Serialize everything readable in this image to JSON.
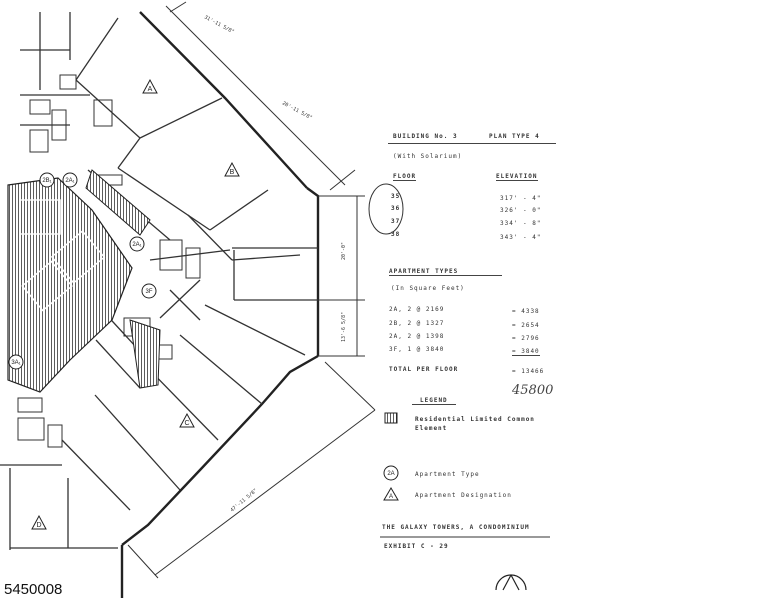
{
  "listing_id": "5450008",
  "title_block": {
    "building": "BUILDING No. 3",
    "plan_type": "PLAN TYPE 4",
    "variant": "(With Solarium)",
    "floor_header": "FLOOR",
    "elevation_header": "ELEVATION",
    "floors": [
      {
        "floor": "35",
        "elevation": "317' - 4\""
      },
      {
        "floor": "36",
        "elevation": "326' - 0\""
      },
      {
        "floor": "37",
        "elevation": "334' - 8\""
      },
      {
        "floor": "38",
        "elevation": "343' - 4\""
      }
    ],
    "apartment_types_header": "APARTMENT TYPES",
    "units_note": "(In Square Feet)",
    "apartment_types": [
      {
        "type": "2A, 2 @ 2169",
        "area": "= 4338"
      },
      {
        "type": "2B, 2 @ 1327",
        "area": "= 2654"
      },
      {
        "type": "2A, 2 @ 1398",
        "area": "= 2796"
      },
      {
        "type": "3F, 1 @ 3840",
        "area": "= 3840"
      }
    ],
    "total_label": "TOTAL PER FLOOR",
    "total_value": "= 13466",
    "handwritten_note": "45800",
    "legend_header": "LEGEND",
    "legend_items": [
      {
        "symbol": "hatch",
        "text": "Residential Limited Common Element"
      },
      {
        "symbol": "2A",
        "text": "Apartment Type"
      },
      {
        "symbol": "A",
        "text": "Apartment Designation"
      }
    ],
    "condominium_name": "THE GALAXY TOWERS, A CONDOMINIUM",
    "exhibit": "EXHIBIT C - 29"
  },
  "plan_labels": {
    "apartments": [
      "A",
      "B",
      "C",
      "D"
    ],
    "apartment_types": [
      "2B₁",
      "2A₁",
      "2A₁",
      "3F",
      "3A₁"
    ],
    "dimensions": [
      "31'-11 5/8\"",
      "20'-11 5/8\"",
      "20'-0\"",
      "13'-6 5/8\"",
      "47'-11 5/8\""
    ]
  }
}
